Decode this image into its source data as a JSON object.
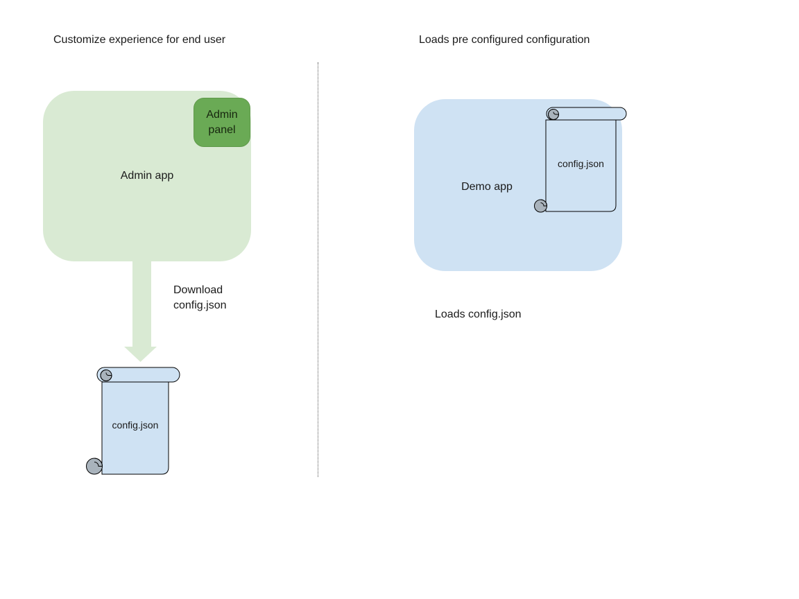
{
  "diagram": {
    "left": {
      "title": "Customize experience for end user",
      "admin_app_label": "Admin app",
      "admin_panel_label": "Admin panel",
      "arrow_label": "Download config.json",
      "config_file_label": "config.json"
    },
    "right": {
      "title": "Loads pre configured configuration",
      "demo_app_label": "Demo app",
      "config_file_label": "config.json",
      "caption": "Loads config.json"
    },
    "colors": {
      "admin_app_fill": "#d9ead3",
      "admin_panel_fill": "#6aaa55",
      "download_arrow_fill": "#d9ead3",
      "demo_app_fill": "#cfe2f3",
      "scroll_fill": "#cfe2f3",
      "scroll_curl_fill": "#a9b3bc",
      "scroll_outline": "#000000",
      "divider_color": "#555555",
      "text_color": "#1a1a1a"
    }
  }
}
